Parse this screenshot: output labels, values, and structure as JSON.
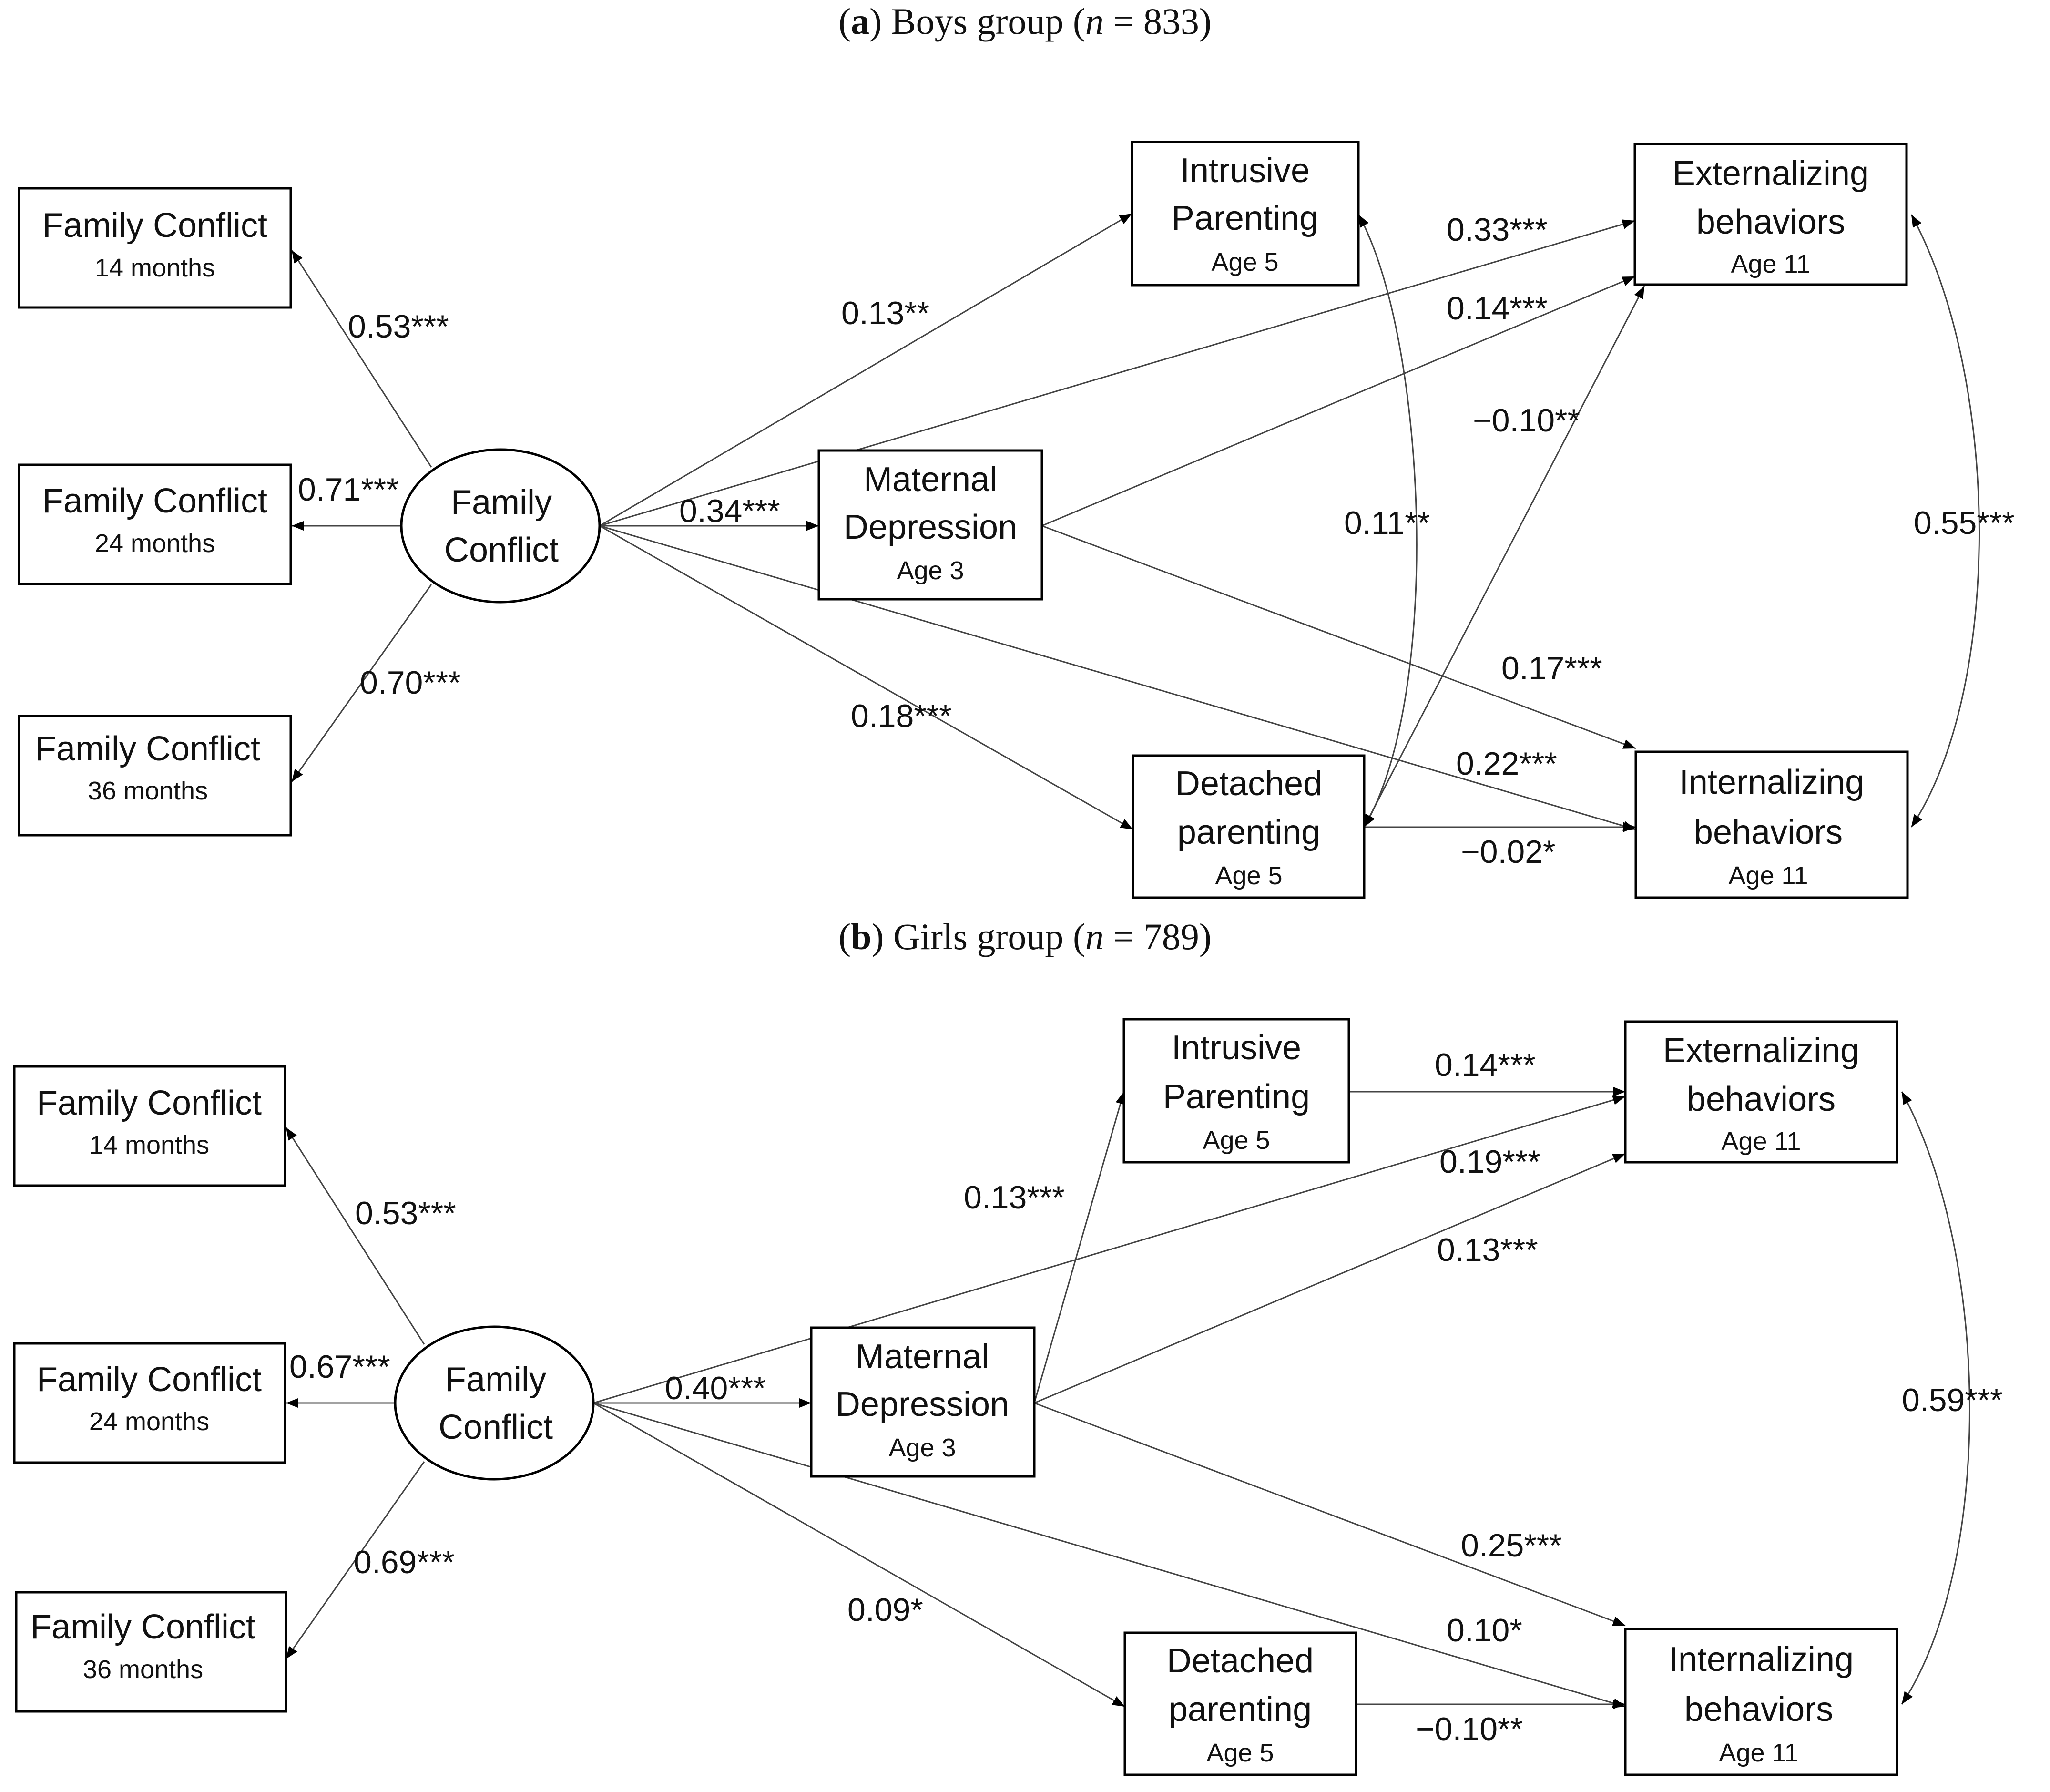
{
  "panels": [
    {
      "id": "a",
      "letter": "a",
      "title_text": "Boys group",
      "n_symbol": "n",
      "n_value": "= 833",
      "nodes": {
        "fc14": {
          "label": "Family Conflict",
          "sub": "14 months"
        },
        "fc24": {
          "label": "Family Conflict",
          "sub": "24 months"
        },
        "fc36": {
          "label": "Family Conflict",
          "sub": "36 months"
        },
        "latent": {
          "label_line1": "Family",
          "label_line2": "Conflict"
        },
        "maternal": {
          "label_line1": "Maternal",
          "label_line2": "Depression",
          "sub": "Age 3"
        },
        "intrusive": {
          "label_line1": "Intrusive",
          "label_line2": "Parenting",
          "sub": "Age 5"
        },
        "detached": {
          "label_line1": "Detached",
          "label_line2": "parenting",
          "sub": "Age 5"
        },
        "external": {
          "label_line1": "Externalizing",
          "label_line2": "behaviors",
          "sub": "Age 11"
        },
        "internal": {
          "label_line1": "Internalizing",
          "label_line2": "behaviors",
          "sub": "Age 11"
        }
      },
      "paths": [
        {
          "from": "latent",
          "to": "fc14",
          "coef": "0.53***"
        },
        {
          "from": "latent",
          "to": "fc24",
          "coef": "0.71***"
        },
        {
          "from": "latent",
          "to": "fc36",
          "coef": "0.70***"
        },
        {
          "from": "latent",
          "to": "maternal",
          "coef": "0.34***"
        },
        {
          "from": "latent",
          "to": "intrusive",
          "coef": "0.13**"
        },
        {
          "from": "latent",
          "to": "detached",
          "coef": "0.18***"
        },
        {
          "from": "latent",
          "to": "external",
          "coef": "0.33***"
        },
        {
          "from": "latent",
          "to": "internal",
          "coef": "0.22***"
        },
        {
          "from": "maternal",
          "to": "external",
          "coef": "0.14***"
        },
        {
          "from": "maternal",
          "to": "internal",
          "coef": "0.17***"
        },
        {
          "from": "detached",
          "to": "external",
          "coef": "−0.10**"
        },
        {
          "from": "detached",
          "to": "internal",
          "coef": "−0.02*"
        },
        {
          "from": "intrusive",
          "to": "detached",
          "coef": "0.11**",
          "type": "correlation"
        },
        {
          "from": "external",
          "to": "internal",
          "coef": "0.55***",
          "type": "correlation"
        }
      ]
    },
    {
      "id": "b",
      "letter": "b",
      "title_text": "Girls group",
      "n_symbol": "n",
      "n_value": "= 789",
      "nodes": {
        "fc14": {
          "label": "Family Conflict",
          "sub": "14 months"
        },
        "fc24": {
          "label": "Family Conflict",
          "sub": "24 months"
        },
        "fc36": {
          "label": "Family Conflict",
          "sub": "36 months"
        },
        "latent": {
          "label_line1": "Family",
          "label_line2": "Conflict"
        },
        "maternal": {
          "label_line1": "Maternal",
          "label_line2": "Depression",
          "sub": "Age 3"
        },
        "intrusive": {
          "label_line1": "Intrusive",
          "label_line2": "Parenting",
          "sub": "Age 5"
        },
        "detached": {
          "label_line1": "Detached",
          "label_line2": "parenting",
          "sub": "Age 5"
        },
        "external": {
          "label_line1": "Externalizing",
          "label_line2": "behaviors",
          "sub": "Age 11"
        },
        "internal": {
          "label_line1": "Internalizing",
          "label_line2": "behaviors",
          "sub": "Age 11"
        }
      },
      "paths": [
        {
          "from": "latent",
          "to": "fc14",
          "coef": "0.53***"
        },
        {
          "from": "latent",
          "to": "fc24",
          "coef": "0.67***"
        },
        {
          "from": "latent",
          "to": "fc36",
          "coef": "0.69***"
        },
        {
          "from": "latent",
          "to": "maternal",
          "coef": "0.40***"
        },
        {
          "from": "latent",
          "to": "detached",
          "coef": "0.09*"
        },
        {
          "from": "latent",
          "to": "external",
          "coef": "0.19***"
        },
        {
          "from": "latent",
          "to": "internal",
          "coef": "0.10*"
        },
        {
          "from": "maternal",
          "to": "intrusive",
          "coef": "0.13***"
        },
        {
          "from": "maternal",
          "to": "external",
          "coef": "0.13***"
        },
        {
          "from": "maternal",
          "to": "internal",
          "coef": "0.25***"
        },
        {
          "from": "intrusive",
          "to": "external",
          "coef": "0.14***"
        },
        {
          "from": "detached",
          "to": "internal",
          "coef": "−0.10**"
        },
        {
          "from": "external",
          "to": "internal",
          "coef": "0.59***",
          "type": "correlation"
        }
      ]
    }
  ]
}
